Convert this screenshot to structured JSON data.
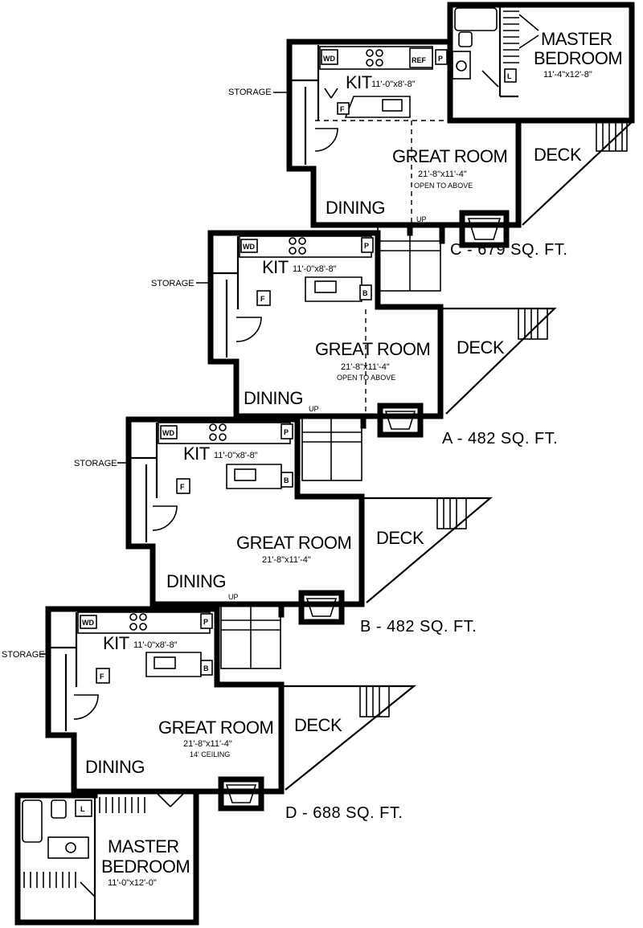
{
  "units": [
    {
      "id": "C",
      "unit_label": "C - 679 SQ. FT.",
      "kit_label": "KIT",
      "kit_dim": "11'-0\"x8'-8\"",
      "great_room_label": "GREAT ROOM",
      "great_room_dim": "21'-8\"x11'-4\"",
      "great_room_note": "OPEN TO ABOVE",
      "dining_label": "DINING",
      "deck_label": "DECK",
      "storage_label": "STORAGE",
      "stair_label": "UP",
      "bedroom_label_1": "MASTER",
      "bedroom_label_2": "BEDROOM",
      "bedroom_dim": "11'-4\"x12'-8\""
    },
    {
      "id": "A",
      "unit_label": "A - 482 SQ. FT.",
      "kit_label": "KIT",
      "kit_dim": "11'-0\"x8'-8\"",
      "great_room_label": "GREAT ROOM",
      "great_room_dim": "21'-8\"x11'-4\"",
      "great_room_note": "OPEN TO ABOVE",
      "dining_label": "DINING",
      "deck_label": "DECK",
      "storage_label": "STORAGE",
      "stair_label": "UP"
    },
    {
      "id": "B",
      "unit_label": "B - 482 SQ. FT.",
      "kit_label": "KIT",
      "kit_dim": "11'-0\"x8'-8\"",
      "great_room_label": "GREAT ROOM",
      "great_room_dim": "21'-8\"x11'-4\"",
      "dining_label": "DINING",
      "deck_label": "DECK",
      "storage_label": "STORAGE",
      "stair_label": "UP"
    },
    {
      "id": "D",
      "unit_label": "D - 688 SQ. FT.",
      "kit_label": "KIT",
      "kit_dim": "11'-0\"x8'-8\"",
      "great_room_label": "GREAT ROOM",
      "great_room_dim": "21'-8\"x11'-4\"",
      "great_room_note": "14' CEILING",
      "dining_label": "DINING",
      "deck_label": "DECK",
      "storage_label": "STORAGE",
      "bedroom_label_1": "MASTER",
      "bedroom_label_2": "BEDROOM",
      "bedroom_dim": "11'-0\"x12'-0\""
    }
  ],
  "fixture_labels": {
    "washer_dryer": "WD",
    "refrigerator": "REF",
    "pantry": "P",
    "freezer": "F",
    "bath": "B",
    "linen": "L"
  }
}
